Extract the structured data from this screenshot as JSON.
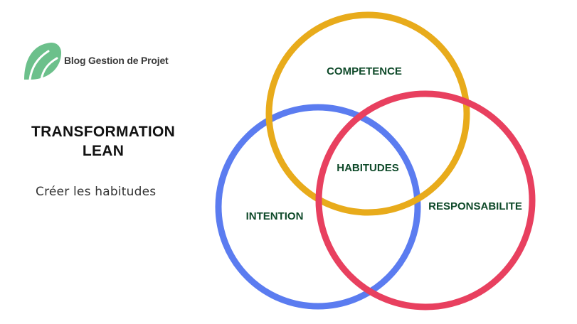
{
  "brand": {
    "name": "Blog Gestion de Projet",
    "logo_color": "#6cc08b"
  },
  "heading": {
    "line1": "TRANSFORMATION",
    "line2": "LEAN"
  },
  "subheading": "Créer les habitudes",
  "diagram": {
    "label_color": "#0f4a2a",
    "circles": [
      {
        "id": "competence",
        "label": "COMPETENCE",
        "color": "#e8ab1b"
      },
      {
        "id": "intention",
        "label": "INTENTION",
        "color": "#5b7cf0"
      },
      {
        "id": "responsabilite",
        "label": "RESPONSABILITE",
        "color": "#e8405f"
      }
    ],
    "center_label": "HABITUDES"
  }
}
